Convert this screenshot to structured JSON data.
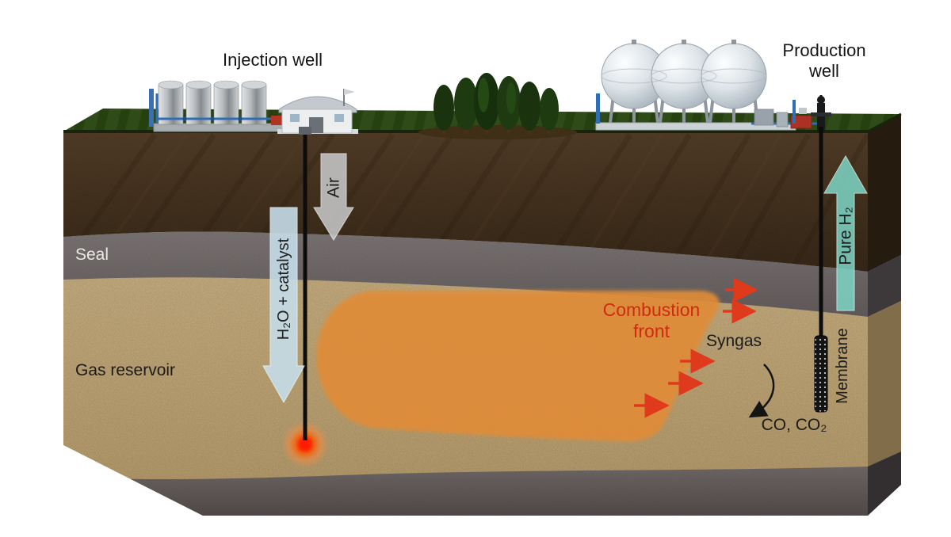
{
  "labels": {
    "injection_well": "Injection well",
    "production_well": [
      "Production",
      "well"
    ],
    "air": "Air",
    "water_catalyst": "H₂O + catalyst",
    "seal": "Seal",
    "gas_reservoir": "Gas reservoir",
    "combustion_front": [
      "Combustion",
      "front"
    ],
    "syngas": "Syngas",
    "membrane": "Membrane",
    "pure_h2": "Pure H₂",
    "co_co2": "CO, CO₂"
  },
  "colors": {
    "combustion_zone": "#e08c38",
    "combustion_label": "#cf2b10",
    "flow_arrow_red": "#e03a1c",
    "air_arrow": "#c9cbcc",
    "water_arrow": "#c6dde9",
    "hydrogen_arrow": "#7ed6c6",
    "soil_layer": "#43301d",
    "seal_layer": "#6e6769",
    "reservoir_layer": "#c9b184",
    "grass": "#2e4b18"
  }
}
